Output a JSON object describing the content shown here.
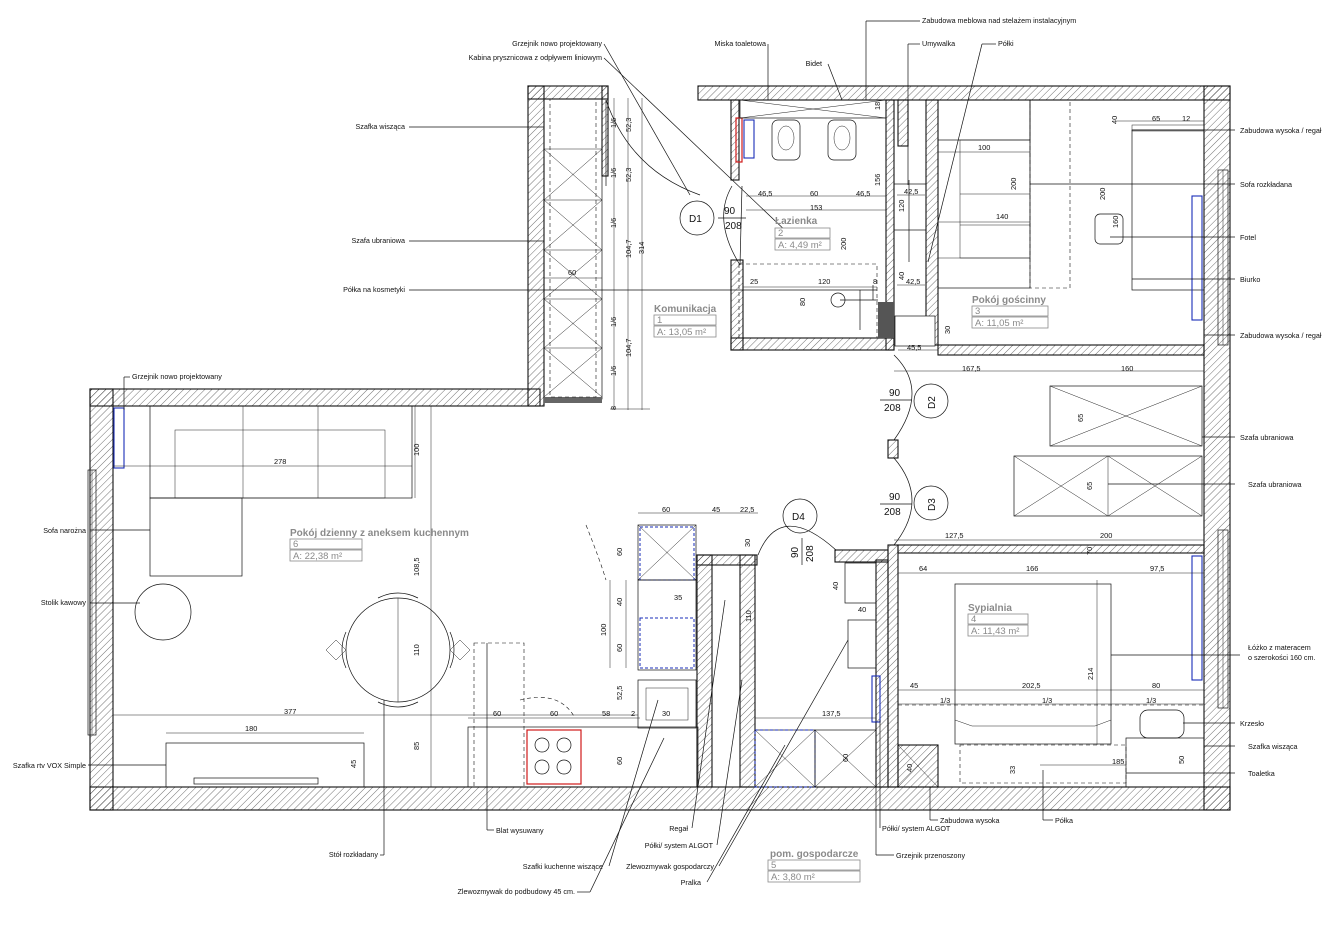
{
  "rooms": [
    {
      "name": "Łazienka",
      "number": "2",
      "area": "A: 4,49 m²"
    },
    {
      "name": "Komunikacja",
      "number": "1",
      "area": "A: 13,05 m²"
    },
    {
      "name": "Pokój gościnny",
      "number": "3",
      "area": "A: 11,05 m²"
    },
    {
      "name": "Pokój dzienny z aneksem kuchennym",
      "number": "6",
      "area": "A: 22,38 m²"
    },
    {
      "name": "Sypialnia",
      "number": "4",
      "area": "A: 11,43 m²"
    },
    {
      "name": "pom. gospodarcze",
      "number": "5",
      "area": "A: 3,80 m²"
    }
  ],
  "doors": [
    {
      "id": "D1",
      "width": "90",
      "height": "208"
    },
    {
      "id": "D2",
      "width": "90",
      "height": "208"
    },
    {
      "id": "D3",
      "width": "90",
      "height": "208"
    },
    {
      "id": "D4",
      "width": "90",
      "height": "208"
    }
  ],
  "labels": {
    "grzejnik_nowy_top": "Grzejnik nowo projektowany",
    "kabina": "Kabina prysznicowa z odpływem liniowym",
    "miska": "Miska toaletowa",
    "zabudowa_meblowa": "Zabudowa meblowa nad stelażem instalacyjnym",
    "umywalka": "Umywalka",
    "polki_top": "Półki",
    "bidet": "Bidet",
    "szafka_wiszaca_top": "Szafka wisząca",
    "zabudowa_wysoka_top": "Zabudowa wysoka / regał",
    "sofa_rozkladana": "Sofa rozkładana",
    "szafa_ubraniowa_left": "Szafa ubraniowa",
    "fotel": "Fotel",
    "polka_kosmetyki": "Półka na kosmetyki",
    "biurko": "Biurko",
    "zabudowa_wysoka_mid": "Zabudowa wysoka / regał",
    "grzejnik_nowy_living": "Grzejnik nowo projektowany",
    "szafa_ubraniowa_r1": "Szafa ubraniowa",
    "szafa_ubraniowa_r2": "Szafa ubraniowa",
    "sofa_narozna": "Sofa narożna",
    "stolik_kawowy": "Stolik kawowy",
    "lozko_1": "Łóżko z materacem",
    "lozko_2": "o szerokości 160 cm.",
    "krzeslo": "Krzesło",
    "szafka_wiszaca_bed": "Szafka wisząca",
    "szafka_rtv": "Szafka rtv VOX Simple",
    "toaletka": "Toaletka",
    "blat": "Blat wysuwany",
    "zabudowa_wysoka_bottom": "Zabudowa wysoka",
    "polka_bottom": "Półka",
    "regal": "Regał",
    "polki_algot_r": "Półki/ system ALGOT",
    "polki_algot_l": "Półki/ system ALGOT",
    "grzejnik_przenoszony": "Grzejnik przenoszony",
    "stol": "Stół rozkładany",
    "zlewozmywak_gosp": "Zlewozmywak gospodarczy",
    "szafki_kuchenne": "Szafki kuchenne wiszące",
    "pralka": "Pralka",
    "zlewozmywak_podbud": "Zlewozmywak do podbudowy 45 cm."
  },
  "dims": {
    "d16_a": "1/6",
    "d523_a": "52,3",
    "d16_b": "1/6",
    "d523_b": "52,3",
    "d16_c": "1/6",
    "d1047_a": "104,7",
    "d314": "314",
    "d16_d": "1/6",
    "d1047_b": "104,7",
    "d16_e": "1/6",
    "d8": "8",
    "d60_wardrobe": "60",
    "d465_a": "46,5",
    "d60_wc": "60",
    "d465_b": "46,5",
    "d153": "153",
    "d156": "156",
    "d18": "18",
    "d425_a": "42,5",
    "d120_a": "120",
    "d25": "25",
    "d120_b": "120",
    "d8b": "8",
    "d80": "80",
    "d200_bath": "200",
    "d40_bath": "40",
    "d425_b": "42,5",
    "d30_bath": "30",
    "d455": "45,5",
    "d100_guest": "100",
    "d200_guest": "200",
    "d140": "140",
    "d40_guest": "40",
    "d65": "65",
    "d12": "12",
    "d200_desk": "200",
    "d160_chair": "160",
    "d1675": "167,5",
    "d160_ward": "160",
    "d65_w1": "65",
    "d65_w2": "65",
    "d1275": "127,5",
    "d200_bed": "200",
    "d70": "70",
    "d64": "64",
    "d166": "166",
    "d975": "97,5",
    "d214": "214",
    "d45_bed": "45",
    "d2025": "202,5",
    "d80_bed": "80",
    "d13_a": "1/3",
    "d13_b": "1/3",
    "d13_c": "1/3",
    "d185": "185",
    "d50": "50",
    "d33": "33",
    "d40_low": "40",
    "d278": "278",
    "d100_sofa": "100",
    "d1085": "108,5",
    "d110": "110",
    "d377": "377",
    "d180": "180",
    "d45_tv": "45",
    "d85": "85",
    "d60_k1": "60",
    "d45_k": "45",
    "d225": "22,5",
    "d30_k": "30",
    "d60_k2": "60",
    "d40_k": "40",
    "d35": "35",
    "d100_k": "100",
    "d60_k3": "60",
    "d525": "52,5",
    "d2": "2",
    "d30_oven": "30",
    "d60_blat1": "60",
    "d60_blat2": "60",
    "d58": "58",
    "d60_k4": "60",
    "d110_utility": "110",
    "d40_util1": "40",
    "d40_util2": "40",
    "d1375": "137,5",
    "d60_util": "60"
  }
}
